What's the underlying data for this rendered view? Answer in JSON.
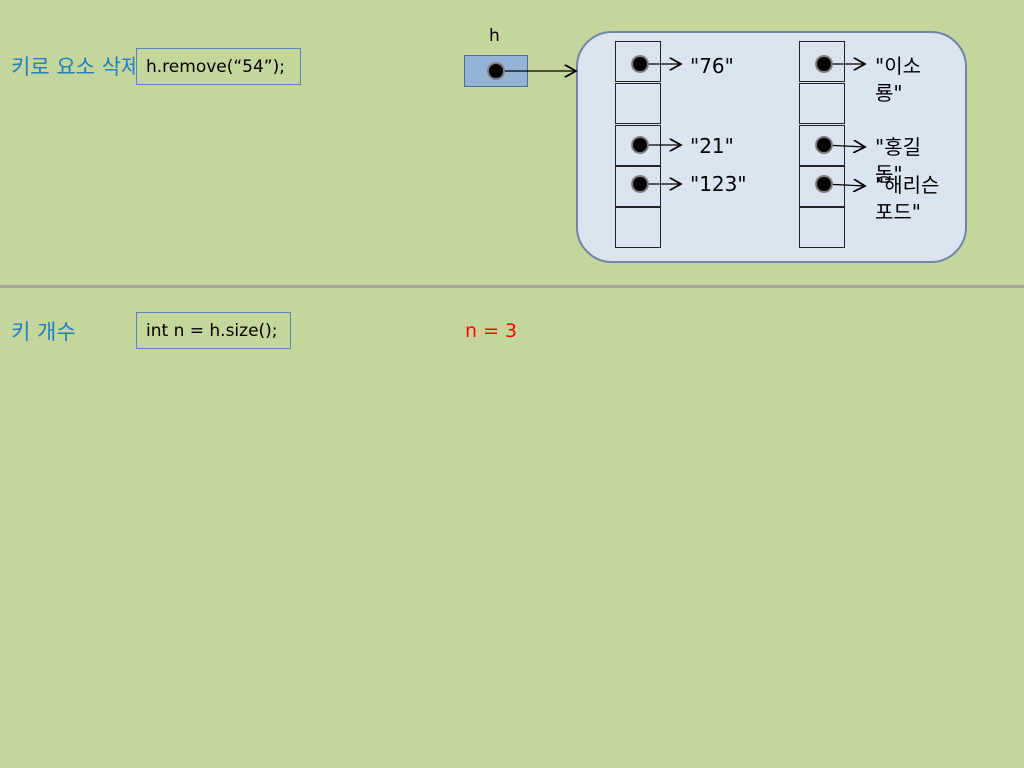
{
  "remove_section": {
    "label": "키로 요소 삭제",
    "code": "h.remove(“54”);"
  },
  "size_section": {
    "label": "키 개수",
    "code": "int n = h.size();",
    "result": "n = 3"
  },
  "hashmap": {
    "variable": "h",
    "keys": [
      {
        "text": "\"76\""
      },
      {
        "text": ""
      },
      {
        "text": "\"21\""
      },
      {
        "text": "\"123\""
      },
      {
        "text": ""
      }
    ],
    "values": [
      {
        "text": "\"이소\n룡\""
      },
      {
        "text": ""
      },
      {
        "text": "\"홍길\n동\""
      },
      {
        "text": "\"해리슨\n포드\""
      },
      {
        "text": ""
      }
    ]
  },
  "colors": {
    "background": "#c4d69b",
    "label": "#1f7fc0",
    "result": "#ff0000",
    "map_fill": "#dbe5f1",
    "ref_fill": "#95b3d7"
  }
}
